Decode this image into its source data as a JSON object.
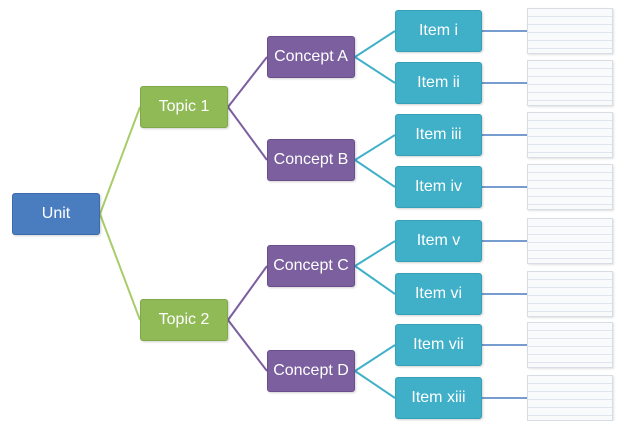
{
  "diagram": {
    "root": "Unit",
    "topics": [
      {
        "label": "Topic 1",
        "concepts": [
          {
            "label": "Concept A",
            "items": [
              "Item i",
              "Item ii"
            ]
          },
          {
            "label": "Concept B",
            "items": [
              "Item iii",
              "Item iv"
            ]
          }
        ]
      },
      {
        "label": "Topic 2",
        "concepts": [
          {
            "label": "Concept C",
            "items": [
              "Item v",
              "Item vi"
            ]
          },
          {
            "label": "Concept D",
            "items": [
              "Item vii",
              "Item xiii"
            ]
          }
        ]
      }
    ]
  },
  "colors": {
    "unit": "#4a7dc0",
    "topic": "#8fba56",
    "concept": "#7b5f9e",
    "item": "#3fb0c8",
    "topic_connector": "#a8cc6a",
    "concept_connector": "#7b5f9e",
    "item_connector": "#3fb0c8",
    "arrow": "#4a7dc0"
  }
}
